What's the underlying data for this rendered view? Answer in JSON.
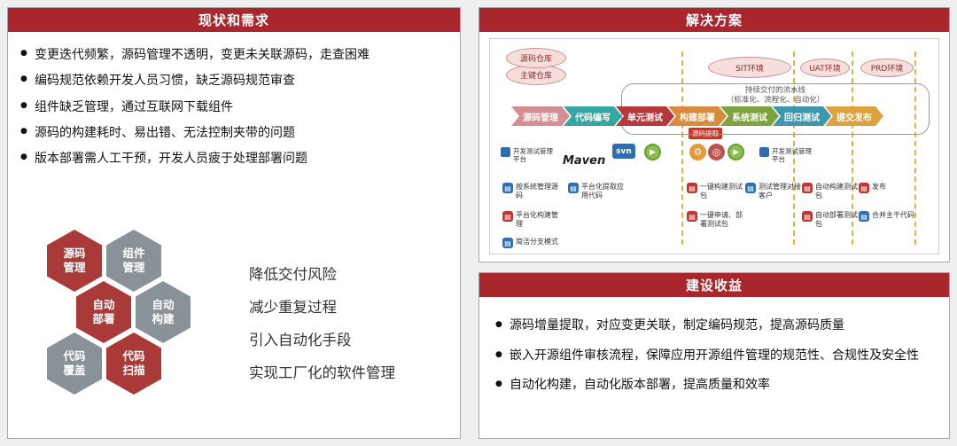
{
  "left_panel": {
    "title": "现状和需求",
    "bullets": [
      "变更迭代频繁，源码管理不透明，变更未关联源码，走查困难",
      "编码规范依赖开发人员习惯，缺乏源码规范审查",
      "组件缺乏管理，通过互联网下载组件",
      "源码的构建耗时、易出错、无法控制夹带的问题",
      "版本部署需人工干预，开发人员疲于处理部署问题"
    ],
    "hexagons": [
      {
        "label": "源码\n管理",
        "color": "#a93a38"
      },
      {
        "label": "组件\n管理",
        "color": "#8a9299"
      },
      {
        "label": "自动\n部署",
        "color": "#a93a38"
      },
      {
        "label": "自动\n构建",
        "color": "#8a9299"
      },
      {
        "label": "代码\n覆盖",
        "color": "#8a9299"
      },
      {
        "label": "代码\n扫描",
        "color": "#a93a38"
      }
    ],
    "goals": [
      "降低交付风险",
      "减少重复过程",
      "引入自动化手段",
      "实现工厂化的软件管理"
    ]
  },
  "solution": {
    "title": "解决方案",
    "repos": [
      "源码仓库",
      "主键仓库"
    ],
    "environments": [
      "SIT环境",
      "UAT环境",
      "PRD环境"
    ],
    "pipeline_note_line1": "持续交付的流水线",
    "pipeline_note_line2": "（标准化、流程化、自动化）",
    "stages": [
      {
        "label": "源码管理",
        "color": "#d58f93"
      },
      {
        "label": "代码编写",
        "color": "#35a7a0"
      },
      {
        "label": "单元测试",
        "color": "#b5383c"
      },
      {
        "label": "构建部署",
        "color": "#d98a3f"
      },
      {
        "label": "系统测试",
        "color": "#7fa241"
      },
      {
        "label": "回归测试",
        "color": "#3f97ae"
      },
      {
        "label": "提交发布",
        "color": "#dda23f"
      }
    ],
    "platform_left": "开发测试管理平台",
    "platform_right": "开发测试管理平台",
    "maven_label": "Maven",
    "svn_label": "svn",
    "extract_badge": "源码提取",
    "chips": [
      {
        "label": "按系统管理源码",
        "color": "#2e6fb5"
      },
      {
        "label": "平台化提取应用代码",
        "color": "#2e6fb5"
      },
      {
        "label": "一键构建测试包",
        "color": "#c23531"
      },
      {
        "label": "测试管理对接客户",
        "color": "#2e6fb5"
      },
      {
        "label": "自动构建测试包",
        "color": "#c23531"
      },
      {
        "label": "发布",
        "color": "#c23531"
      },
      {
        "label": "平台化构建管理",
        "color": "#c23531"
      },
      {
        "label": "一键申请、部署测试包",
        "color": "#c23531"
      },
      {
        "label": "自动部署测试包",
        "color": "#c23531"
      },
      {
        "label": "合并主干代码",
        "color": "#2e6fb5"
      },
      {
        "label": "简洁分支模式",
        "color": "#2e6fb5"
      }
    ]
  },
  "benefits_panel": {
    "title": "建设收益",
    "bullets": [
      "源码增量提取，对应变更关联，制定编码规范，提高源码质量",
      "嵌入开源组件审核流程，保障应用开源组件管理的规范性、合规性及安全性",
      "自动化构建，自动化版本部署，提高质量和效率"
    ]
  }
}
